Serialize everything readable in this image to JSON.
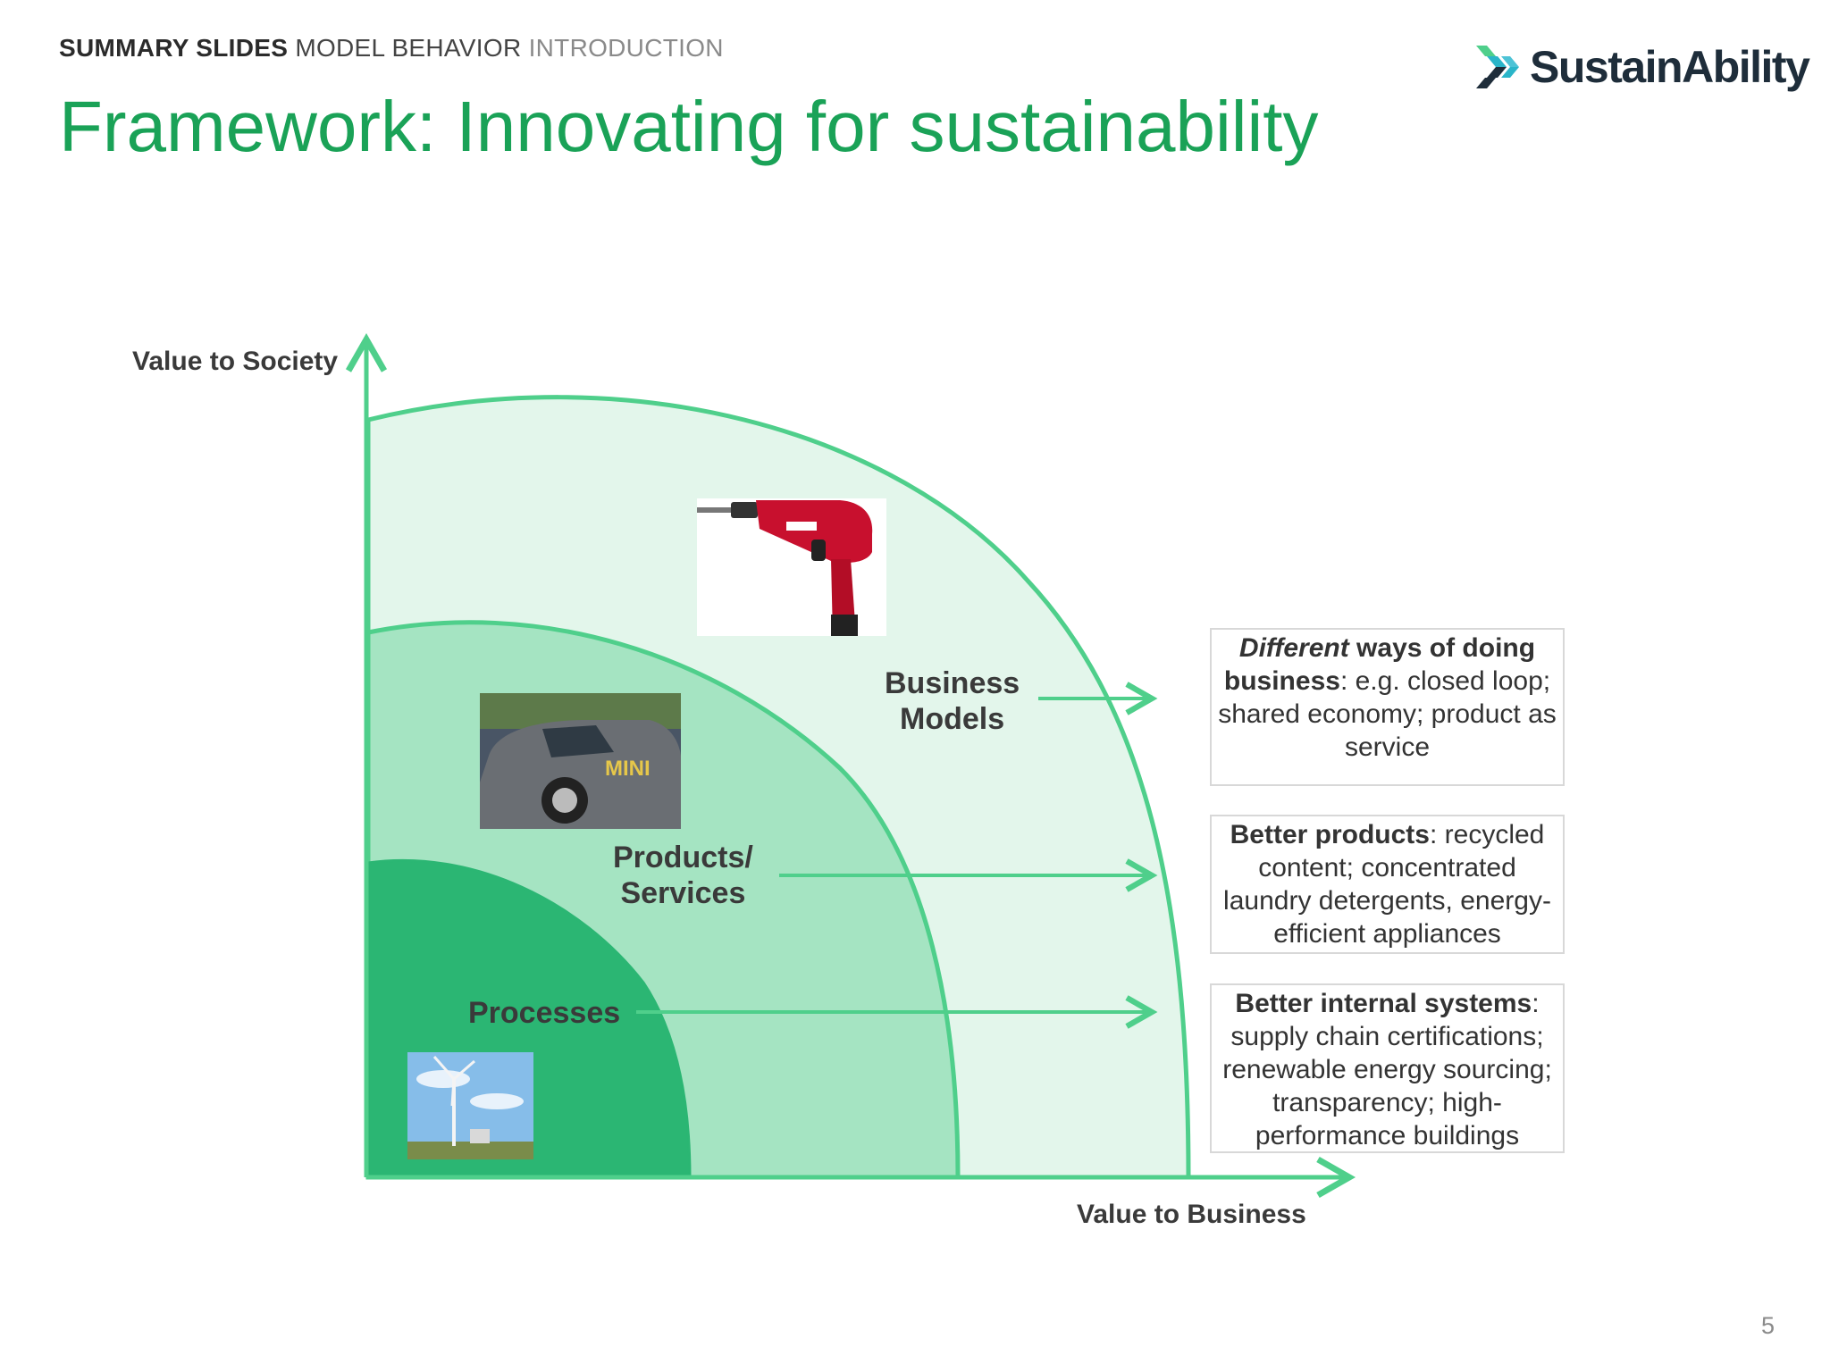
{
  "header": {
    "breadcrumb_part1": "SUMMARY SLIDES",
    "breadcrumb_part2": "MODEL BEHAVIOR",
    "breadcrumb_part3": "INTRODUCTION",
    "title": "Framework: Innovating for sustainability"
  },
  "logo": {
    "text": "SustainAbility",
    "icon": "chevron-arrows-logo-icon"
  },
  "diagram": {
    "y_axis_label": "Value to Society",
    "x_axis_label": "Value to Business",
    "rings": {
      "inner": "Processes",
      "middle_line1": "Products/",
      "middle_line2": "Services",
      "outer_line1": "Business",
      "outer_line2": "Models"
    },
    "boxes": [
      {
        "bold_italic": "Different",
        "bold": " ways of doing business",
        "rest_line": ": e.g. closed loop; shared economy; product as service"
      },
      {
        "bold": "Better products",
        "rest": ": recycled content; concentrated laundry detergents, energy-efficient appliances"
      },
      {
        "bold": "Better internal systems",
        "rest": ": supply chain certifications; renewable energy sourcing; transparency; high-performance buildings"
      }
    ],
    "images": [
      "power-drill-photo",
      "electric-mini-car-photo",
      "wind-turbine-photo"
    ],
    "colors": {
      "inner": "#2bb673",
      "middle": "#a5e4c2",
      "outer": "#e3f6eb",
      "line": "#4fcf8b",
      "title": "#1aa257"
    }
  },
  "page_number": "5"
}
